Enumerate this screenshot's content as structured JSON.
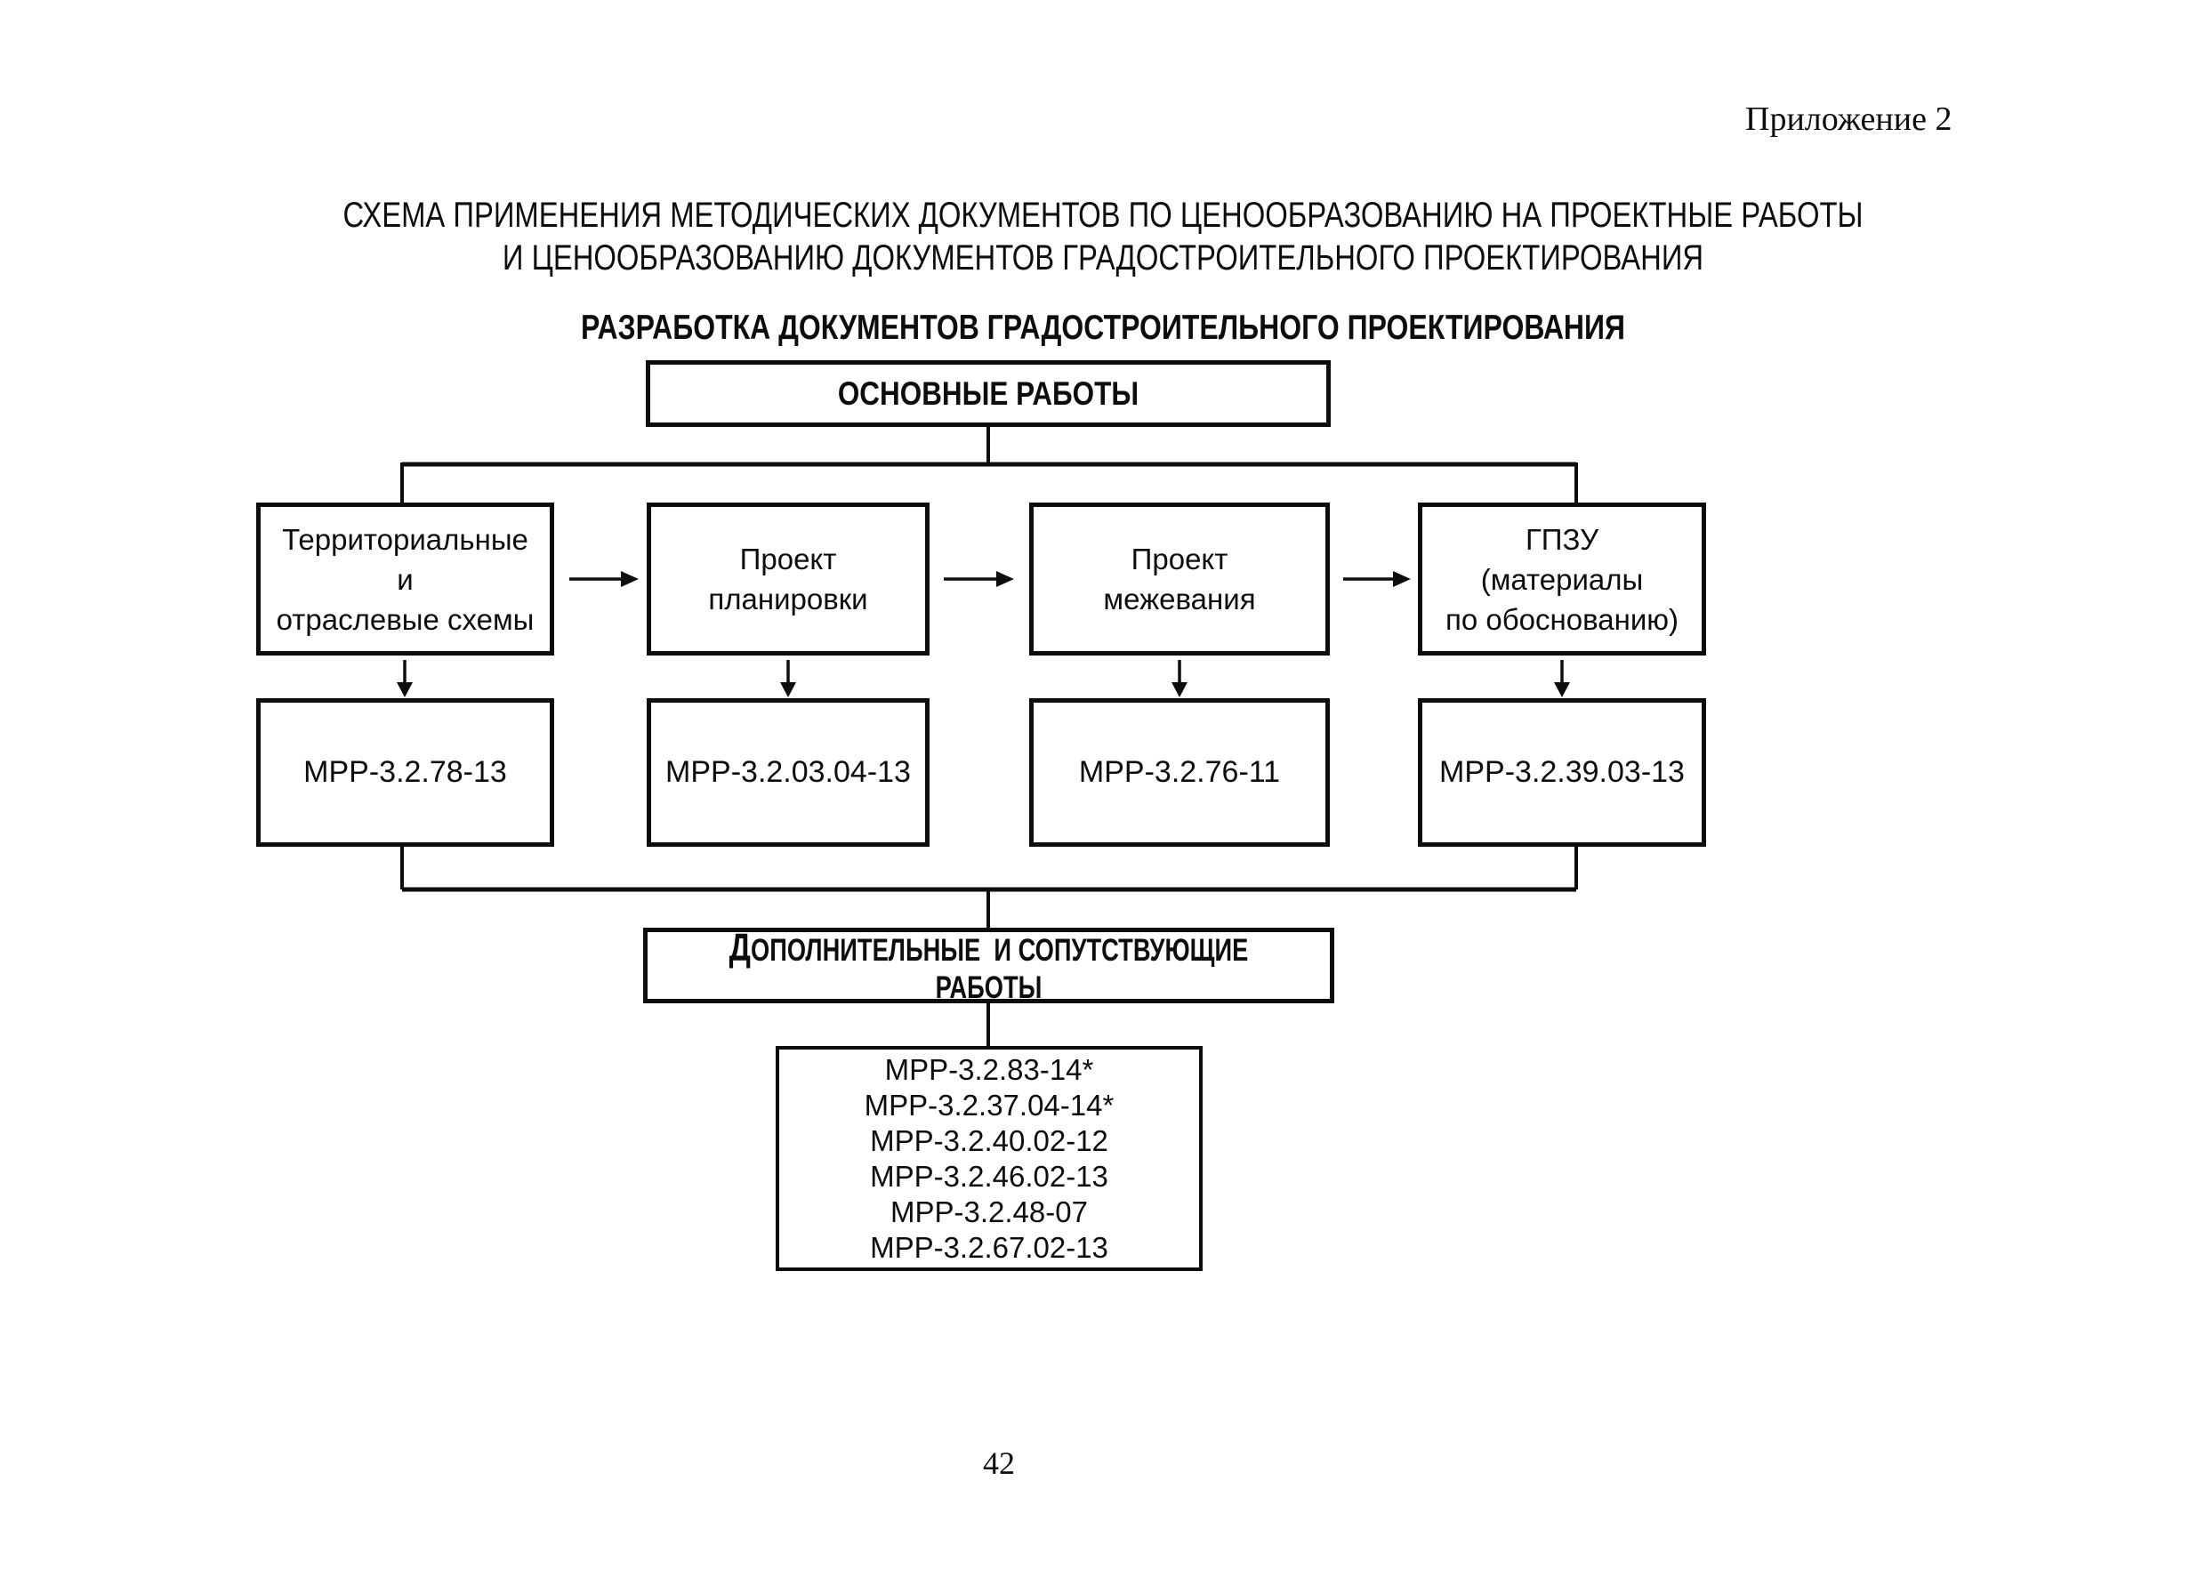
{
  "page": {
    "appendix_label": "Приложение 2",
    "page_number": "42"
  },
  "header": {
    "title_line1": "СХЕМА ПРИМЕНЕНИЯ МЕТОДИЧЕСКИХ ДОКУМЕНТОВ ПО ЦЕНООБРАЗОВАНИЮ НА ПРОЕКТНЫЕ РАБОТЫ",
    "title_line2": "И ЦЕНООБРАЗОВАНИЮ ДОКУМЕНТОВ ГРАДОСТРОИТЕЛЬНОГО ПРОЕКТИРОВАНИЯ",
    "subtitle": "РАЗРАБОТКА ДОКУМЕНТОВ ГРАДОСТРОИТЕЛЬНОГО ПРОЕКТИРОВАНИЯ"
  },
  "diagram": {
    "main_box_label": "ОСНОВНЫЕ РАБОТЫ",
    "stages": [
      {
        "label": "Территориальные\nи\nотраслевые схемы",
        "doc": "МРР-3.2.78-13"
      },
      {
        "label": "Проект\nпланировки",
        "doc": "МРР-3.2.03.04-13"
      },
      {
        "label": "Проект\nмежевания",
        "doc": "МРР-3.2.76-11"
      },
      {
        "label": "ГПЗУ\n(материалы\nпо обоснованию)",
        "doc": "МРР-3.2.39.03-13"
      }
    ],
    "additional_box_label": "ДОПОЛНИТЕЛЬНЫЕ  И СОПУТСТВУЮЩИЕ РАБОТЫ",
    "additional_docs": [
      "МРР-3.2.83-14*",
      "МРР-3.2.37.04-14*",
      "МРР-3.2.40.02-12",
      "МРР-3.2.46.02-13",
      "МРР-3.2.48-07",
      "МРР-3.2.67.02-13"
    ],
    "colors": {
      "ink": "#0d0d0d",
      "paper": "#ffffff"
    }
  }
}
